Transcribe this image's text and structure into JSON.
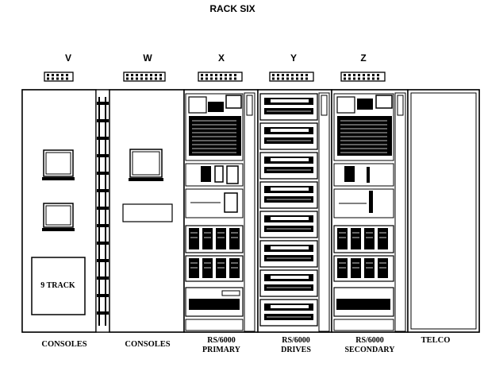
{
  "title": "RACK SIX",
  "racks": [
    {
      "letter": "V",
      "label": [
        "CONSOLES"
      ],
      "panel_text": "9 TRACK"
    },
    {
      "letter": "W",
      "label": [
        "CONSOLES"
      ]
    },
    {
      "letter": "X",
      "label": [
        "RS/6000",
        "PRIMARY"
      ]
    },
    {
      "letter": "Y",
      "label": [
        "RS/6000",
        "DRIVES"
      ]
    },
    {
      "letter": "Z",
      "label": [
        "RS/6000",
        "SECONDARY"
      ]
    },
    {
      "letter": "",
      "label": [
        "TELCO"
      ]
    }
  ],
  "colors": {
    "ink": "#000000",
    "paper": "#ffffff",
    "gray": "#9a9a9a"
  }
}
